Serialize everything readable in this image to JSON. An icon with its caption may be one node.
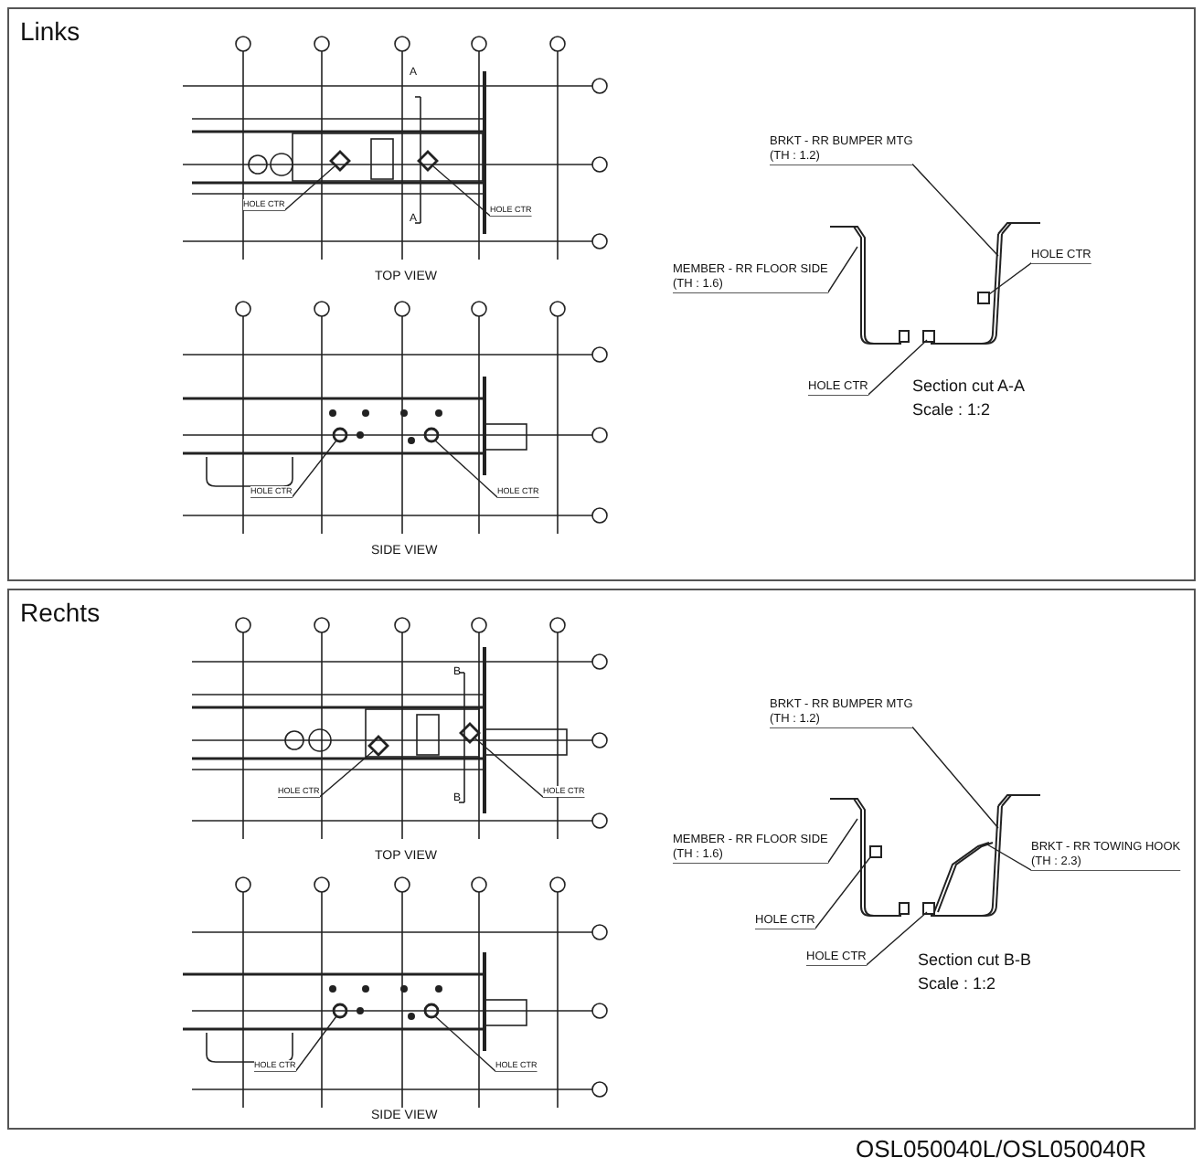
{
  "diagram": {
    "nodes": [
      {
        "text": [
          "Links"
        ]
      },
      {
        "text": [
          "HOLE CTR"
        ],
        "in": 0
      },
      {
        "text": [
          "HOLE CTR"
        ],
        "in": 0
      },
      {
        "text": [
          "HOLE CTR"
        ],
        "in": 0
      },
      {
        "text": [
          "HOLE CTR"
        ],
        "in": 0
      },
      {
        "text": [
          "BRKT - RR BUMPER MTG",
          "(TH : 1.2)"
        ],
        "in": 0
      },
      {
        "text": [
          "MEMBER - RR FLOOR SIDE",
          "(TH : 1.6)"
        ],
        "in": 0
      },
      {
        "text": [
          "HOLE CTR"
        ],
        "in": 0
      },
      {
        "text": [
          "HOLE CTR"
        ],
        "in": 0
      },
      {
        "text": [
          "Rechts"
        ]
      },
      {
        "text": [
          "HOLE CTR"
        ],
        "in": 9
      },
      {
        "text": [
          "HOLE CTR"
        ],
        "in": 9
      },
      {
        "text": [
          "HOLE CTR"
        ],
        "in": 9
      },
      {
        "text": [
          "HOLE CTR"
        ],
        "in": 9
      },
      {
        "text": [
          "BRKT - RR BUMPER MTG",
          "(TH : 1.2)"
        ],
        "in": 9
      },
      {
        "text": [
          "MEMBER - RR FLOOR SIDE",
          "(TH : 1.6)"
        ],
        "in": 9
      },
      {
        "text": [
          "BRKT - RR TOWING HOOK",
          "(TH : 2.3)"
        ],
        "in": 9
      },
      {
        "text": [
          "HOLE CTR"
        ],
        "in": 9
      },
      {
        "text": [
          "HOLE CTR"
        ],
        "in": 9
      },
      {
        "text": [],
        "shape": "diamond",
        "in": 0
      },
      {
        "text": [],
        "shape": "diamond",
        "in": 0
      },
      {
        "text": [],
        "shape": "circle",
        "in": 0
      },
      {
        "text": [],
        "shape": "circle",
        "in": 0
      },
      {
        "text": [],
        "shape": "line",
        "in": 0
      },
      {
        "text": [],
        "shape": "line",
        "in": 0
      },
      {
        "text": [],
        "shape": "box",
        "in": 0
      },
      {
        "text": [],
        "shape": "box",
        "in": 0
      },
      {
        "text": [],
        "shape": "diamond",
        "in": 9
      },
      {
        "text": [],
        "shape": "diamond",
        "in": 9
      },
      {
        "text": [],
        "shape": "circle",
        "in": 9
      },
      {
        "text": [],
        "shape": "circle",
        "in": 9
      },
      {
        "text": [],
        "shape": "line",
        "in": 9
      },
      {
        "text": [],
        "shape": "line",
        "in": 9
      },
      {
        "text": [],
        "shape": "line",
        "in": 9
      },
      {
        "text": [],
        "shape": "box",
        "in": 9
      },
      {
        "text": [],
        "shape": "box",
        "in": 9
      }
    ],
    "edges": [
      {
        "from": 1,
        "to": 19,
        "arrow": "none"
      },
      {
        "from": 2,
        "to": 20,
        "arrow": "none"
      },
      {
        "from": 3,
        "to": 21,
        "arrow": "none"
      },
      {
        "from": 4,
        "to": 22,
        "arrow": "none"
      },
      {
        "from": 5,
        "to": 24,
        "arrow": "none"
      },
      {
        "from": 6,
        "to": 23,
        "arrow": "none"
      },
      {
        "from": 7,
        "to": 25,
        "arrow": "none"
      },
      {
        "from": 8,
        "to": 26,
        "arrow": "none"
      },
      {
        "from": 10,
        "to": 27,
        "arrow": "none"
      },
      {
        "from": 11,
        "to": 28,
        "arrow": "none"
      },
      {
        "from": 12,
        "to": 29,
        "arrow": "none"
      },
      {
        "from": 13,
        "to": 30,
        "arrow": "none"
      },
      {
        "from": 14,
        "to": 33,
        "arrow": "none"
      },
      {
        "from": 15,
        "to": 31,
        "arrow": "none"
      },
      {
        "from": 16,
        "to": 32,
        "arrow": "none"
      },
      {
        "from": 17,
        "to": 34,
        "arrow": "none"
      },
      {
        "from": 18,
        "to": 35,
        "arrow": "none"
      }
    ],
    "labels": [
      "A",
      "A",
      "TOP VIEW",
      "SIDE VIEW",
      "Section cut A-A",
      "Scale : 1:2",
      "B",
      "B",
      "TOP VIEW",
      "SIDE VIEW",
      "Section cut B-B",
      "Scale : 1:2",
      "OSL050040L/OSL050040R"
    ]
  }
}
